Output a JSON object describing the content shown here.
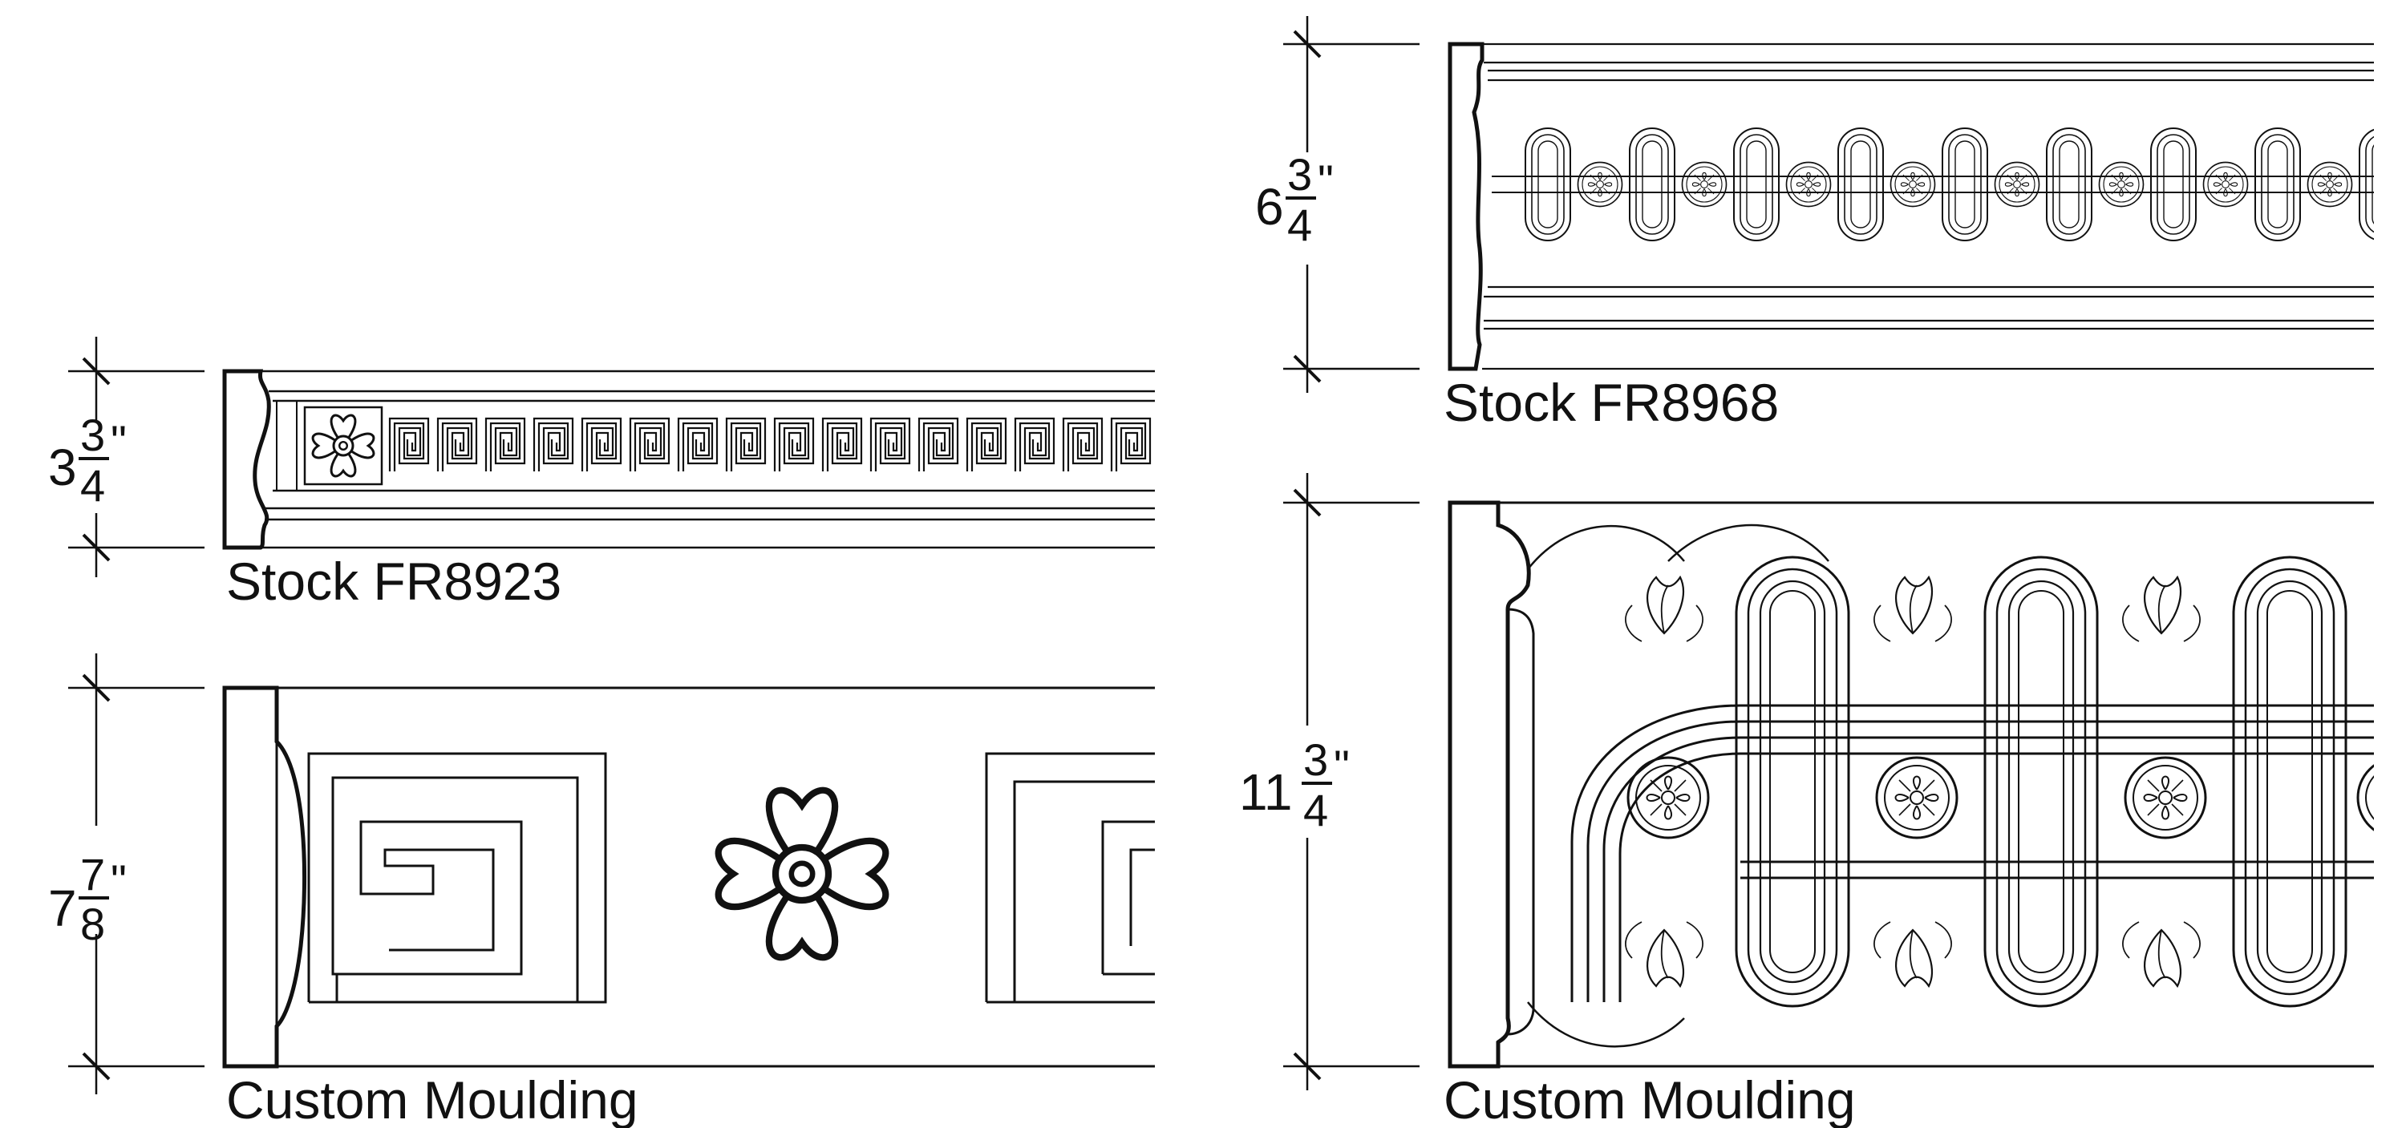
{
  "mouldings": [
    {
      "caption": "Stock FR8923",
      "height": {
        "whole": "3",
        "num": "3",
        "den": "4",
        "unit": "\""
      }
    },
    {
      "caption": "Custom Moulding",
      "height": {
        "whole": "7",
        "num": "7",
        "den": "8",
        "unit": "\""
      }
    },
    {
      "caption": "Stock FR8968",
      "height": {
        "whole": "6",
        "num": "3",
        "den": "4",
        "unit": "\""
      }
    },
    {
      "caption": "Custom Moulding",
      "height": {
        "whole": "11",
        "num": "3",
        "den": "4",
        "unit": "\""
      }
    }
  ],
  "colors": {
    "ink": "#111111",
    "paper": "#ffffff"
  }
}
